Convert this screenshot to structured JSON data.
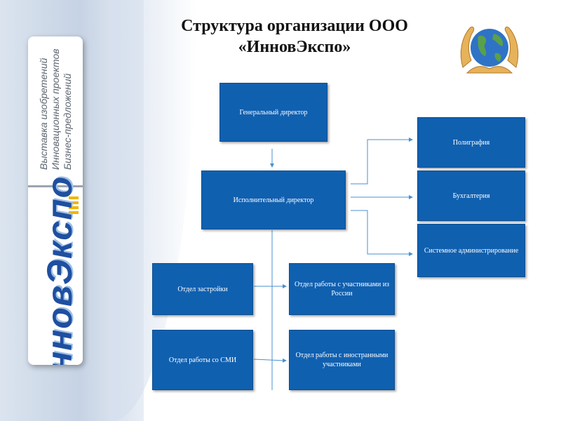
{
  "title": {
    "line1": "Структура организации ООО",
    "line2": "«ИнновЭкспо»"
  },
  "logo": {
    "tagline": [
      "Выставка изобретений",
      "Инновационных проектов",
      "Бизнес-предложений"
    ],
    "wordmark": "ИнновЭкспо"
  },
  "org": {
    "general_director": "Генеральный директор",
    "executive_director": "Исполнительный директор",
    "polygraphy": "Полиграфия",
    "accounting": "Бухгалтерия",
    "sysadmin": "Системное администрирование",
    "construction_dept": "Отдел застройки",
    "russia_participants_dept": "Отдел работы с участниками из России",
    "media_dept": "Отдел работы со СМИ",
    "foreign_participants_dept": "Отдел работы с иностранными участниками"
  },
  "colors": {
    "box_fill": "#1060b0",
    "connector": "#4a90d0",
    "logo_text": "#1f4fa0",
    "accent_gold": "#f2b400"
  }
}
